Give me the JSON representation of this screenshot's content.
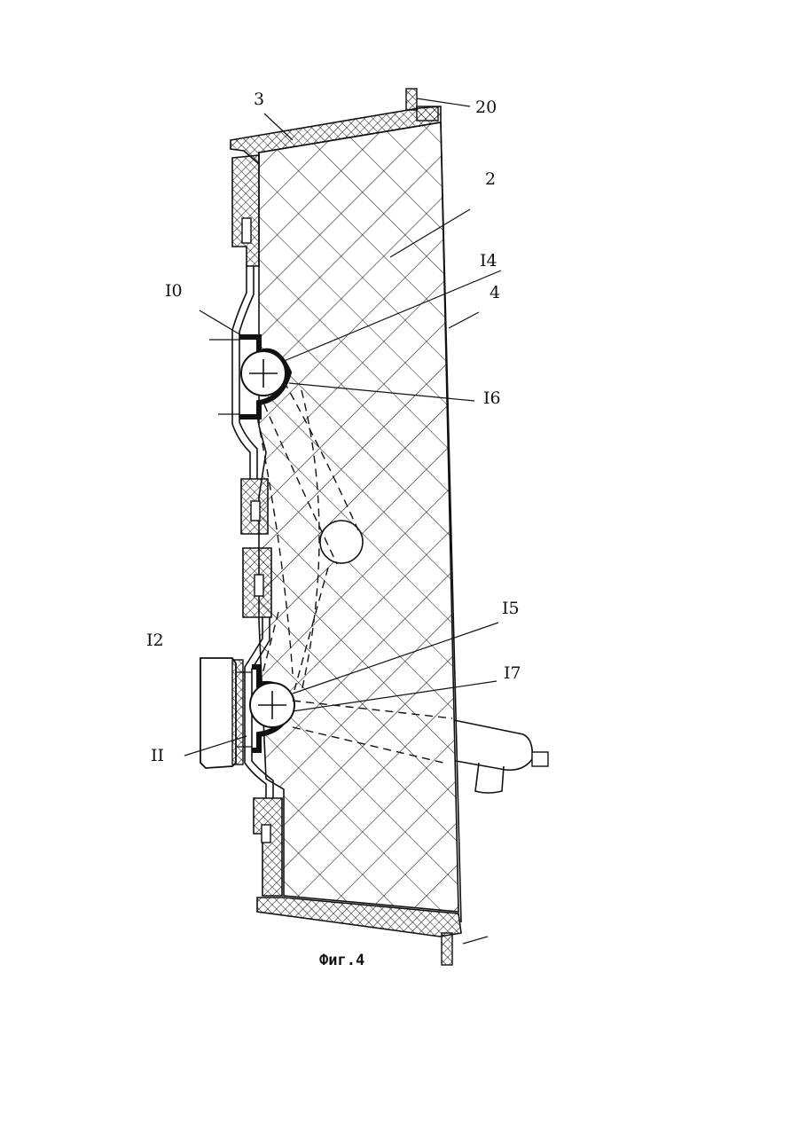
{
  "labels": {
    "l3": "3",
    "l20": "20",
    "l2": "2",
    "l14": "I4",
    "l4": "4",
    "l10": "I0",
    "l16": "I6",
    "l15": "I5",
    "l12": "I2",
    "l17": "I7",
    "l11": "II"
  },
  "caption": "Фиг.4",
  "colors": {
    "ink": "#111111",
    "paper": "#ffffff"
  }
}
